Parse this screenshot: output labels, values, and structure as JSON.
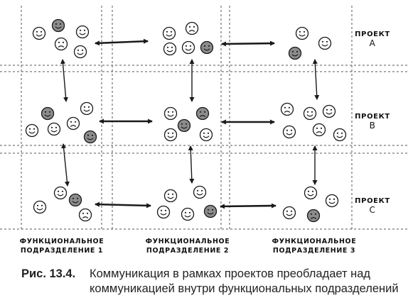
{
  "projects": [
    {
      "word": "ПРОЕКТ",
      "letter": "А"
    },
    {
      "word": "ПРОЕКТ",
      "letter": "В"
    },
    {
      "word": "ПРОЕКТ",
      "letter": "С"
    }
  ],
  "departments": [
    {
      "line1": "ФУНКЦИОНАЛЬНОЕ",
      "line2": "ПОДРАЗДЕЛЕНИЕ 1"
    },
    {
      "line1": "ФУНКЦИОНАЛЬНОЕ",
      "line2": "ПОДРАЗДЕЛЕНИЕ 2"
    },
    {
      "line1": "ФУНКЦИОНАЛЬНОЕ",
      "line2": "ПОДРАЗДЕЛЕНИЕ 3"
    }
  ],
  "caption": {
    "label": "Рис. 13.4.",
    "line1": "Коммуникация в рамках проектов преобладает над",
    "line2": "коммуникацией внутри функциональных подразделений"
  },
  "colors": {
    "ink": "#1a1a1a",
    "grid": "#555555",
    "face_dark": "#8c8c8c",
    "face_light": "#ffffff"
  },
  "faces": [
    [
      55,
      47,
      "smile",
      false
    ],
    [
      82,
      36,
      "smile",
      true
    ],
    [
      116,
      45,
      "smile",
      false
    ],
    [
      86,
      62,
      "frown",
      false
    ],
    [
      113,
      73,
      "smile",
      false
    ],
    [
      238,
      47,
      "smile",
      false
    ],
    [
      270,
      40,
      "frown",
      false
    ],
    [
      239,
      69,
      "smile",
      false
    ],
    [
      265,
      67,
      "smile",
      false
    ],
    [
      291,
      67,
      "smile",
      true
    ],
    [
      425,
      47,
      "smile",
      false
    ],
    [
      415,
      75,
      "smile",
      true
    ],
    [
      457,
      61,
      "smile",
      false
    ],
    [
      67,
      160,
      "smile",
      true
    ],
    [
      122,
      153,
      "smile",
      false
    ],
    [
      45,
      184,
      "smile",
      false
    ],
    [
      76,
      182,
      "smile",
      false
    ],
    [
      103,
      174,
      "frown",
      false
    ],
    [
      127,
      193,
      "smile",
      true
    ],
    [
      240,
      160,
      "smile",
      false
    ],
    [
      285,
      160,
      "frown",
      true
    ],
    [
      259,
      177,
      "smile",
      true
    ],
    [
      240,
      190,
      "smile",
      false
    ],
    [
      290,
      190,
      "smile",
      false
    ],
    [
      404,
      154,
      "frown",
      false
    ],
    [
      436,
      160,
      "smile",
      false
    ],
    [
      463,
      157,
      "smile",
      false
    ],
    [
      407,
      186,
      "smile",
      false
    ],
    [
      449,
      183,
      "frown",
      false
    ],
    [
      478,
      190,
      "smile",
      false
    ],
    [
      56,
      292,
      "smile",
      false
    ],
    [
      85,
      272,
      "smile",
      false
    ],
    [
      106,
      282,
      "smile",
      true
    ],
    [
      120,
      303,
      "frown",
      false
    ],
    [
      240,
      276,
      "smile",
      false
    ],
    [
      281,
      271,
      "smile",
      false
    ],
    [
      230,
      299,
      "smile",
      false
    ],
    [
      264,
      302,
      "smile",
      false
    ],
    [
      296,
      298,
      "smile",
      true
    ],
    [
      437,
      272,
      "smile",
      false
    ],
    [
      467,
      283,
      "smile",
      false
    ],
    [
      407,
      300,
      "smile",
      false
    ],
    [
      441,
      304,
      "frown",
      true
    ]
  ]
}
